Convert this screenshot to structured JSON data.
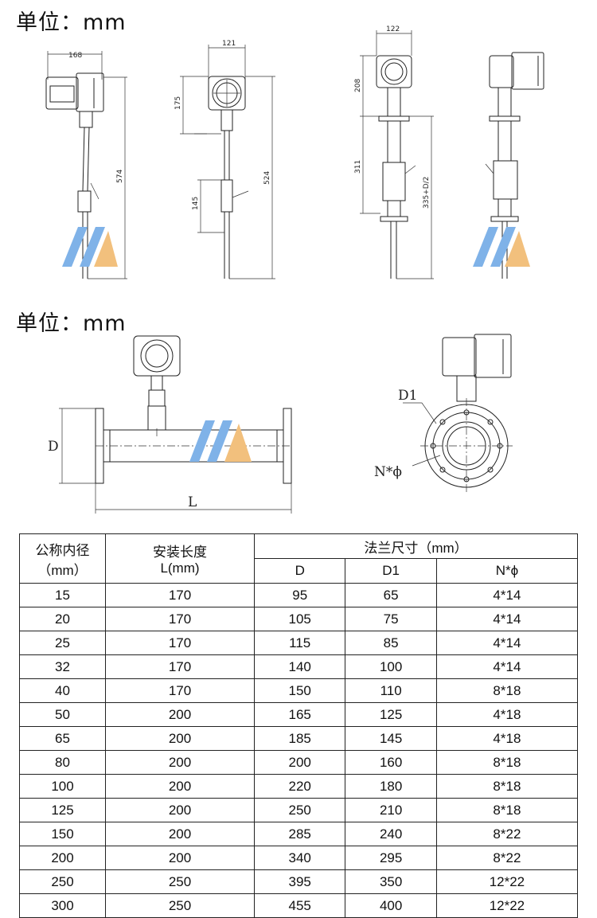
{
  "unit_label": "单位：mm",
  "top_drawings": {
    "dim_168": "168",
    "dim_574": "574",
    "dim_121": "121",
    "dim_175": "175",
    "dim_145": "145",
    "dim_524": "524",
    "dim_122": "122",
    "dim_208": "208",
    "dim_311": "311",
    "dim_335": "335+D/2"
  },
  "pipe_drawing": {
    "label_D": "D",
    "label_L": "L",
    "label_D1": "D1",
    "label_Nphi": "N*ϕ"
  },
  "logo_colors": {
    "blue": "#7fb2e8",
    "orange": "#f2c07d"
  },
  "table": {
    "col_nominal": "公称内径",
    "col_nominal_unit": "（mm）",
    "col_length": "安装长度",
    "col_length_unit": "L(mm)",
    "col_flange": "法兰尺寸（mm）",
    "sub_D": "D",
    "sub_D1": "D1",
    "sub_Nphi": "N*ϕ",
    "rows": [
      [
        "15",
        "170",
        "95",
        "65",
        "4*14"
      ],
      [
        "20",
        "170",
        "105",
        "75",
        "4*14"
      ],
      [
        "25",
        "170",
        "115",
        "85",
        "4*14"
      ],
      [
        "32",
        "170",
        "140",
        "100",
        "4*14"
      ],
      [
        "40",
        "170",
        "150",
        "110",
        "8*18"
      ],
      [
        "50",
        "200",
        "165",
        "125",
        "4*18"
      ],
      [
        "65",
        "200",
        "185",
        "145",
        "4*18"
      ],
      [
        "80",
        "200",
        "200",
        "160",
        "8*18"
      ],
      [
        "100",
        "200",
        "220",
        "180",
        "8*18"
      ],
      [
        "125",
        "200",
        "250",
        "210",
        "8*18"
      ],
      [
        "150",
        "200",
        "285",
        "240",
        "8*22"
      ],
      [
        "200",
        "200",
        "340",
        "295",
        "8*22"
      ],
      [
        "250",
        "250",
        "395",
        "350",
        "12*22"
      ],
      [
        "300",
        "250",
        "455",
        "400",
        "12*22"
      ]
    ]
  }
}
